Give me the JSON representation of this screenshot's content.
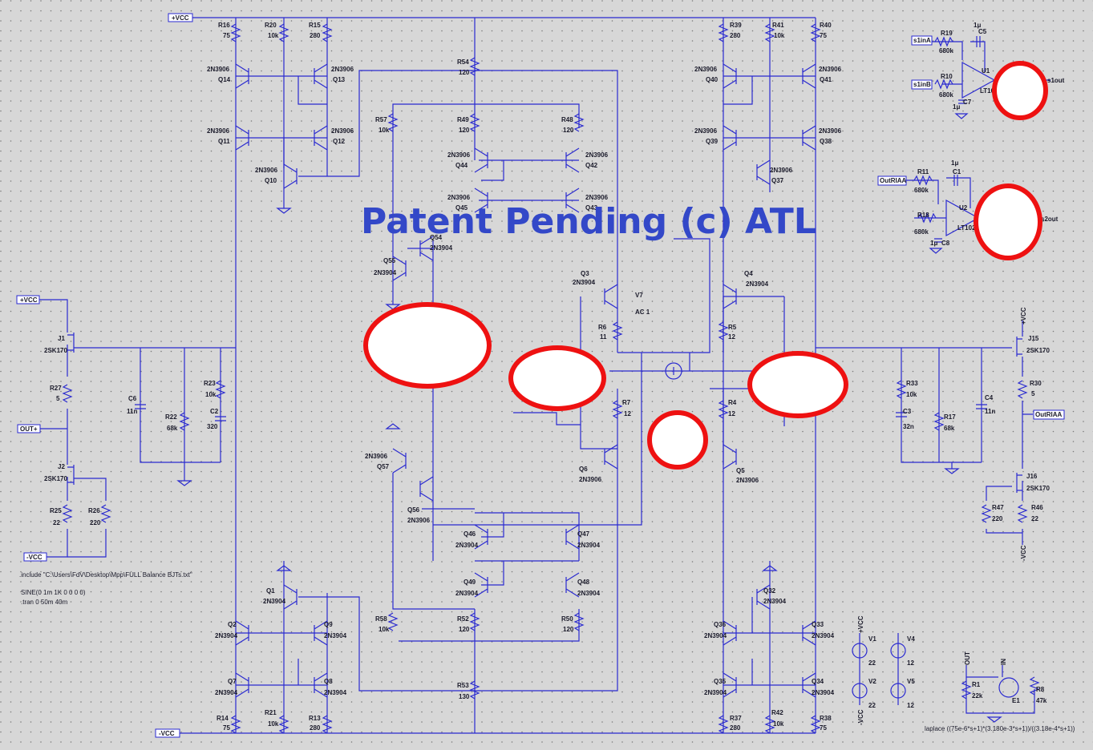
{
  "watermark": "Patent Pending (c) ATL",
  "nets": {
    "vcc": "+VCC",
    "vee": "-VCC",
    "out_plus": "OUT+",
    "out_riaa": "OutRIAA",
    "s1in_a": "s1inA",
    "s1in_b": "s1inB",
    "s1out": "s1out",
    "s2out": "s2out",
    "out": "OUT",
    "in": "IN"
  },
  "directives": {
    "include": ".include \"C:\\Users\\FdV\\Desktop\\Mpp\\FULL Balance BJTs.txt\"",
    "sine": "SINE(0 1m 1K 0 0 0 0)",
    "tran": ".tran 0 50m 40m",
    "laplace": "laplace ((75e-6*s+1)*(3.180e-3*s+1))/((3.18e-4*s+1))"
  },
  "source_v7": {
    "name": "V7",
    "value": "AC 1"
  },
  "components": [
    {
      "ref": "R16",
      "val": "75"
    },
    {
      "ref": "R20",
      "val": "10k"
    },
    {
      "ref": "R15",
      "val": "280"
    },
    {
      "ref": "Q14",
      "val": "2N3906"
    },
    {
      "ref": "Q13",
      "val": "2N3906"
    },
    {
      "ref": "Q11",
      "val": "2N3906"
    },
    {
      "ref": "Q12",
      "val": "2N3906"
    },
    {
      "ref": "Q10",
      "val": "2N3906"
    },
    {
      "ref": "R54",
      "val": "120"
    },
    {
      "ref": "R57",
      "val": "10k"
    },
    {
      "ref": "R49",
      "val": "120"
    },
    {
      "ref": "R48",
      "val": "120"
    },
    {
      "ref": "Q44",
      "val": "2N3906"
    },
    {
      "ref": "Q42",
      "val": "2N3906"
    },
    {
      "ref": "Q45",
      "val": "2N3906"
    },
    {
      "ref": "Q43",
      "val": "2N3906"
    },
    {
      "ref": "Q54",
      "val": "2N3904"
    },
    {
      "ref": "Q55",
      "val": "2N3904"
    },
    {
      "ref": "Q3",
      "val": "2N3904"
    },
    {
      "ref": "R6",
      "val": "11"
    },
    {
      "ref": "Q4",
      "val": "2N3904"
    },
    {
      "ref": "R5",
      "val": "12"
    },
    {
      "ref": "R7",
      "val": "12"
    },
    {
      "ref": "R4",
      "val": "12"
    },
    {
      "ref": "Q6",
      "val": "2N3906"
    },
    {
      "ref": "Q5",
      "val": "2N3906"
    },
    {
      "ref": "R39",
      "val": "280"
    },
    {
      "ref": "R41",
      "val": "10k"
    },
    {
      "ref": "R40",
      "val": "75"
    },
    {
      "ref": "Q40",
      "val": "2N3906"
    },
    {
      "ref": "Q41",
      "val": "2N3906"
    },
    {
      "ref": "Q39",
      "val": "2N3906"
    },
    {
      "ref": "Q38",
      "val": "2N3906"
    },
    {
      "ref": "Q37",
      "val": "2N3906"
    },
    {
      "ref": "J1",
      "val": "2SK170"
    },
    {
      "ref": "R27",
      "val": "5"
    },
    {
      "ref": "J2",
      "val": "2SK170"
    },
    {
      "ref": "R25",
      "val": "22"
    },
    {
      "ref": "R26",
      "val": "220"
    },
    {
      "ref": "C6",
      "val": "11n"
    },
    {
      "ref": "R22",
      "val": "68k"
    },
    {
      "ref": "R23",
      "val": "10k"
    },
    {
      "ref": "C2",
      "val": "320"
    },
    {
      "ref": "Q57",
      "val": "2N3906"
    },
    {
      "ref": "Q56",
      "val": "2N3906"
    },
    {
      "ref": "Q46",
      "val": "2N3904"
    },
    {
      "ref": "Q47",
      "val": "2N3904"
    },
    {
      "ref": "Q49",
      "val": "2N3904"
    },
    {
      "ref": "Q48",
      "val": "2N3904"
    },
    {
      "ref": "R58",
      "val": "10k"
    },
    {
      "ref": "R52",
      "val": "120"
    },
    {
      "ref": "R50",
      "val": "120"
    },
    {
      "ref": "R53",
      "val": "130"
    },
    {
      "ref": "Q1",
      "val": "2N3904"
    },
    {
      "ref": "Q2",
      "val": "2N3904"
    },
    {
      "ref": "Q9",
      "val": "2N3904"
    },
    {
      "ref": "Q7",
      "val": "2N3904"
    },
    {
      "ref": "Q8",
      "val": "2N3904"
    },
    {
      "ref": "R14",
      "val": "75"
    },
    {
      "ref": "R21",
      "val": "10k"
    },
    {
      "ref": "R13",
      "val": "280"
    },
    {
      "ref": "Q32",
      "val": "2N3904"
    },
    {
      "ref": "Q36",
      "val": "2N3904"
    },
    {
      "ref": "Q33",
      "val": "2N3904"
    },
    {
      "ref": "Q35",
      "val": "2N3904"
    },
    {
      "ref": "Q34",
      "val": "2N3904"
    },
    {
      "ref": "R37",
      "val": "280"
    },
    {
      "ref": "R42",
      "val": "10k"
    },
    {
      "ref": "R38",
      "val": "75"
    },
    {
      "ref": "J15",
      "val": "2SK170"
    },
    {
      "ref": "R30",
      "val": "5"
    },
    {
      "ref": "J16",
      "val": "2SK170"
    },
    {
      "ref": "R47",
      "val": "220"
    },
    {
      "ref": "R46",
      "val": "22"
    },
    {
      "ref": "R33",
      "val": "10k"
    },
    {
      "ref": "C3",
      "val": "32n"
    },
    {
      "ref": "R17",
      "val": "68k"
    },
    {
      "ref": "C4",
      "val": "11n"
    },
    {
      "ref": "V1",
      "val": "22"
    },
    {
      "ref": "V2",
      "val": "22"
    },
    {
      "ref": "V4",
      "val": "12"
    },
    {
      "ref": "V5",
      "val": "12"
    },
    {
      "ref": "R1",
      "val": "22k"
    },
    {
      "ref": "E1",
      "val": ""
    },
    {
      "ref": "R8",
      "val": "47k"
    },
    {
      "ref": "R19",
      "val": "680k"
    },
    {
      "ref": "R10",
      "val": "680k"
    },
    {
      "ref": "C5",
      "val": "1μ"
    },
    {
      "ref": "C7",
      "val": "1μ"
    },
    {
      "ref": "U1",
      "val": "LT1028"
    },
    {
      "ref": "R11",
      "val": "680k"
    },
    {
      "ref": "R18",
      "val": "680k"
    },
    {
      "ref": "C1",
      "val": "1μ"
    },
    {
      "ref": "C8",
      "val": "1μ"
    },
    {
      "ref": "U2",
      "val": "LT1028"
    }
  ],
  "colors": {
    "background": "#d7d7d7",
    "wire": "#2a2ad0",
    "watermark": "#3348c8",
    "redaction": "#ee1111"
  }
}
